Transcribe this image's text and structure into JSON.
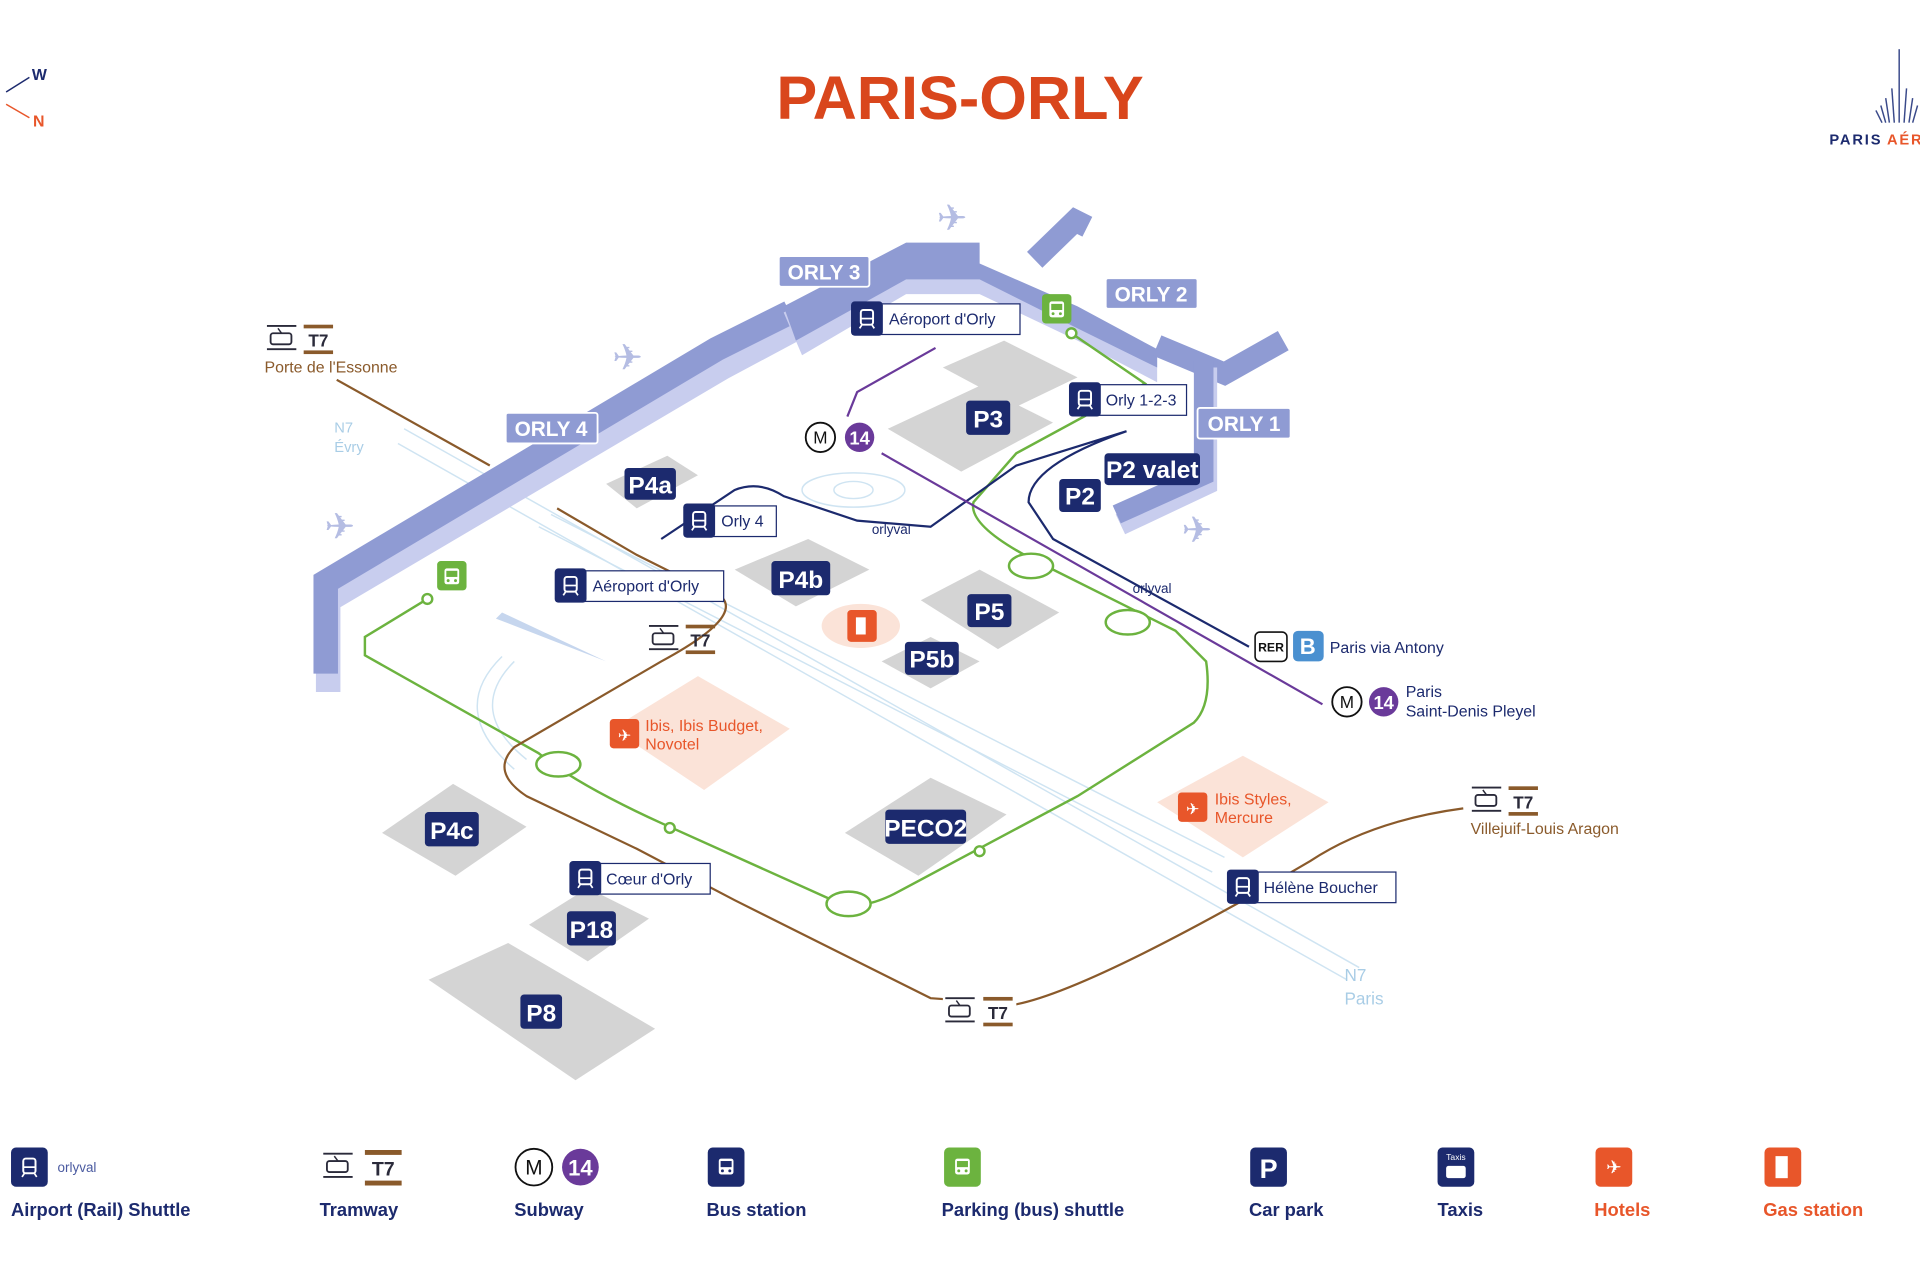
{
  "title": "PARIS-ORLY",
  "compass": {
    "w": "W",
    "n": "N"
  },
  "logo": {
    "part1": "PARIS",
    "part2": "AÉR"
  },
  "terminals": {
    "orly1": "ORLY 1",
    "orly2": "ORLY 2",
    "orly3": "ORLY 3",
    "orly4": "ORLY 4"
  },
  "stations": {
    "aeroport_orly_shuttle": "Aéroport d'Orly",
    "orly_123": "Orly 1-2-3",
    "orly_4": "Orly 4",
    "aeroport_orly_tram": "Aéroport d'Orly",
    "coeur_orly": "Cœur d'Orly",
    "helene_boucher": "Hélène Boucher"
  },
  "tram": {
    "line": "T7",
    "porte_essonne": "Porte de l'Essonne",
    "villejuif": "Villejuif-Louis Aragon"
  },
  "metro": {
    "m": "M",
    "line": "14",
    "dest1": "Paris",
    "dest2": "Saint-Denis Pleyel"
  },
  "rer": {
    "rer": "RER",
    "line": "B",
    "dest": "Paris via Antony"
  },
  "orlyval": "orlyval",
  "roads": {
    "n7": "N7",
    "evry": "Évry",
    "paris": "Paris"
  },
  "parkings": {
    "p4a": "P4a",
    "p3": "P3",
    "p2valet": "P2 valet",
    "p2": "P2",
    "p4b": "P4b",
    "p5": "P5",
    "p5b": "P5b",
    "p4c": "P4c",
    "peco2": "PECO2",
    "p18": "P18",
    "p8": "P8"
  },
  "hotels": {
    "h1_line1": "Ibis, Ibis Budget,",
    "h1_line2": "Novotel",
    "h2_line1": "Ibis Styles,",
    "h2_line2": "Mercure"
  },
  "legend": {
    "shuttle": "Airport (Rail) Shuttle",
    "tramway": "Tramway",
    "subway": "Subway",
    "bus": "Bus station",
    "parking_shuttle": "Parking (bus) shuttle",
    "car_park": "Car park",
    "taxis": "Taxis",
    "taxi_sign": "Taxis",
    "hotels": "Hotels",
    "gas": "Gas station",
    "p": "P"
  },
  "colors": {
    "navy": "#1c2a6e",
    "terminal": "#8f9bd3",
    "green": "#6cb33f",
    "brown": "#8a5a2b",
    "purple": "#6a3a9a",
    "orange": "#e8562a",
    "rer": "#4a90d0",
    "title": "#d9461c"
  }
}
